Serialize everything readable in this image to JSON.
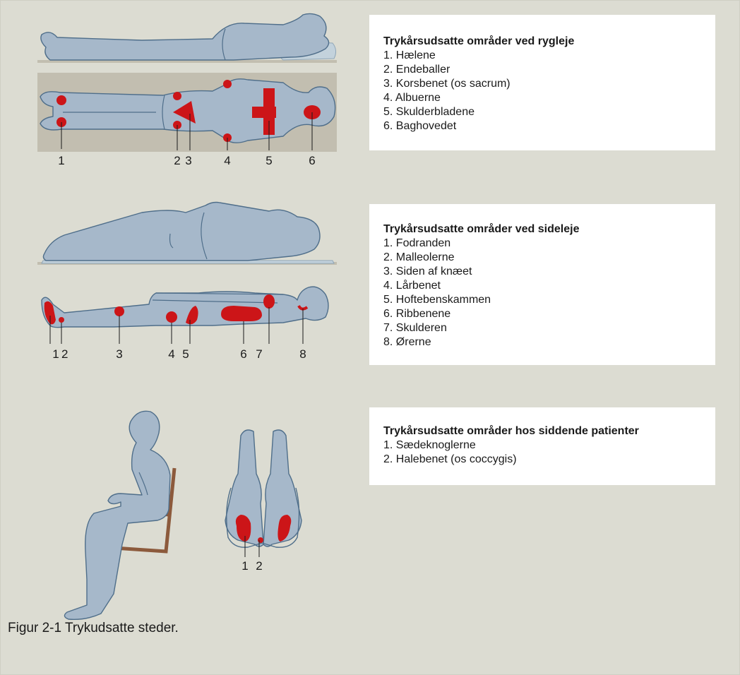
{
  "colors": {
    "background": "#dcdcd2",
    "body_fill": "#a6b8ca",
    "body_stroke": "#4f6e8a",
    "pressure_red": "#cc1518",
    "mat": "#c2beb0",
    "chair": "#8c5a3c"
  },
  "sections": [
    {
      "title": "Trykårsudsatte områder ved rygleje",
      "items": [
        "1. Hælene",
        "2. Endeballer",
        "3. Korsbenet (os sacrum)",
        "4. Albuerne",
        "5. Skulderbladene",
        "6. Baghovedet"
      ],
      "labels": [
        "1",
        "2",
        "3",
        "4",
        "5",
        "6"
      ]
    },
    {
      "title": "Trykårsudsatte områder ved sideleje",
      "items": [
        "1. Fodranden",
        "2. Malleolerne",
        "3. Siden af knæet",
        "4. Lårbenet",
        "5. Hoftebenskammen",
        "6. Ribbenene",
        "7. Skulderen",
        "8. Ørerne"
      ],
      "labels": [
        "1",
        "2",
        "3",
        "4",
        "5",
        "6",
        "7",
        "8"
      ]
    },
    {
      "title": "Trykårsudsatte områder hos siddende patienter",
      "items": [
        "1. Sædeknoglerne",
        "2. Halebenet (os coccygis)"
      ],
      "labels": [
        "1",
        "2"
      ]
    }
  ],
  "caption": "Figur 2-1  Trykudsatte steder."
}
